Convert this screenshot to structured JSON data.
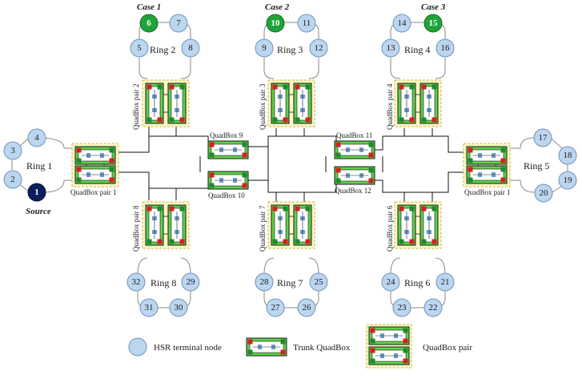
{
  "cases": {
    "case1": "Case 1",
    "case2": "Case 2",
    "case3": "Case 3"
  },
  "source_label": "Source",
  "rings": {
    "ring1": "Ring 1",
    "ring2": "Ring 2",
    "ring3": "Ring 3",
    "ring4": "Ring 4",
    "ring5": "Ring 5",
    "ring6": "Ring 6",
    "ring7": "Ring 7",
    "ring8": "Ring 8"
  },
  "quadbox_labels": {
    "qbp1_left": "QuadBox pair 1",
    "qbp1_right": "QuadBox pair 1",
    "qbp2": "QuadBox pair 2",
    "qbp3": "QuadBox pair 3",
    "qbp4": "QuadBox pair 4",
    "qbp6": "QuadBox pair 6",
    "qbp7": "QuadBox pair 7",
    "qbp8": "QuadBox pair 8",
    "qb9": "QuadBox 9",
    "qb10": "QuadBox 10",
    "qb11": "QuadBox 11",
    "qb12": "QuadBox 12"
  },
  "nodes": {
    "n1": "1",
    "n2": "2",
    "n3": "3",
    "n4": "4",
    "n5": "5",
    "n6": "6",
    "n7": "7",
    "n8": "8",
    "n9": "9",
    "n10": "10",
    "n11": "11",
    "n12": "12",
    "n13": "13",
    "n14": "14",
    "n15": "15",
    "n16": "16",
    "n17": "17",
    "n18": "18",
    "n19": "19",
    "n20": "20",
    "n21": "21",
    "n22": "22",
    "n23": "23",
    "n24": "24",
    "n25": "25",
    "n26": "26",
    "n27": "27",
    "n28": "28",
    "n29": "29",
    "n30": "30",
    "n31": "31",
    "n32": "32"
  },
  "legend": {
    "terminal_node": "HSR terminal node",
    "trunk_quadbox": "Trunk QuadBox",
    "quadbox_pair": "QuadBox pair"
  },
  "colors": {
    "terminal_node": "#bcd6ef",
    "case_node": "#1fa33a",
    "source_node": "#0a1f5c",
    "quadbox": "#5fd04a",
    "pair_frame": "#fbf6c7"
  }
}
